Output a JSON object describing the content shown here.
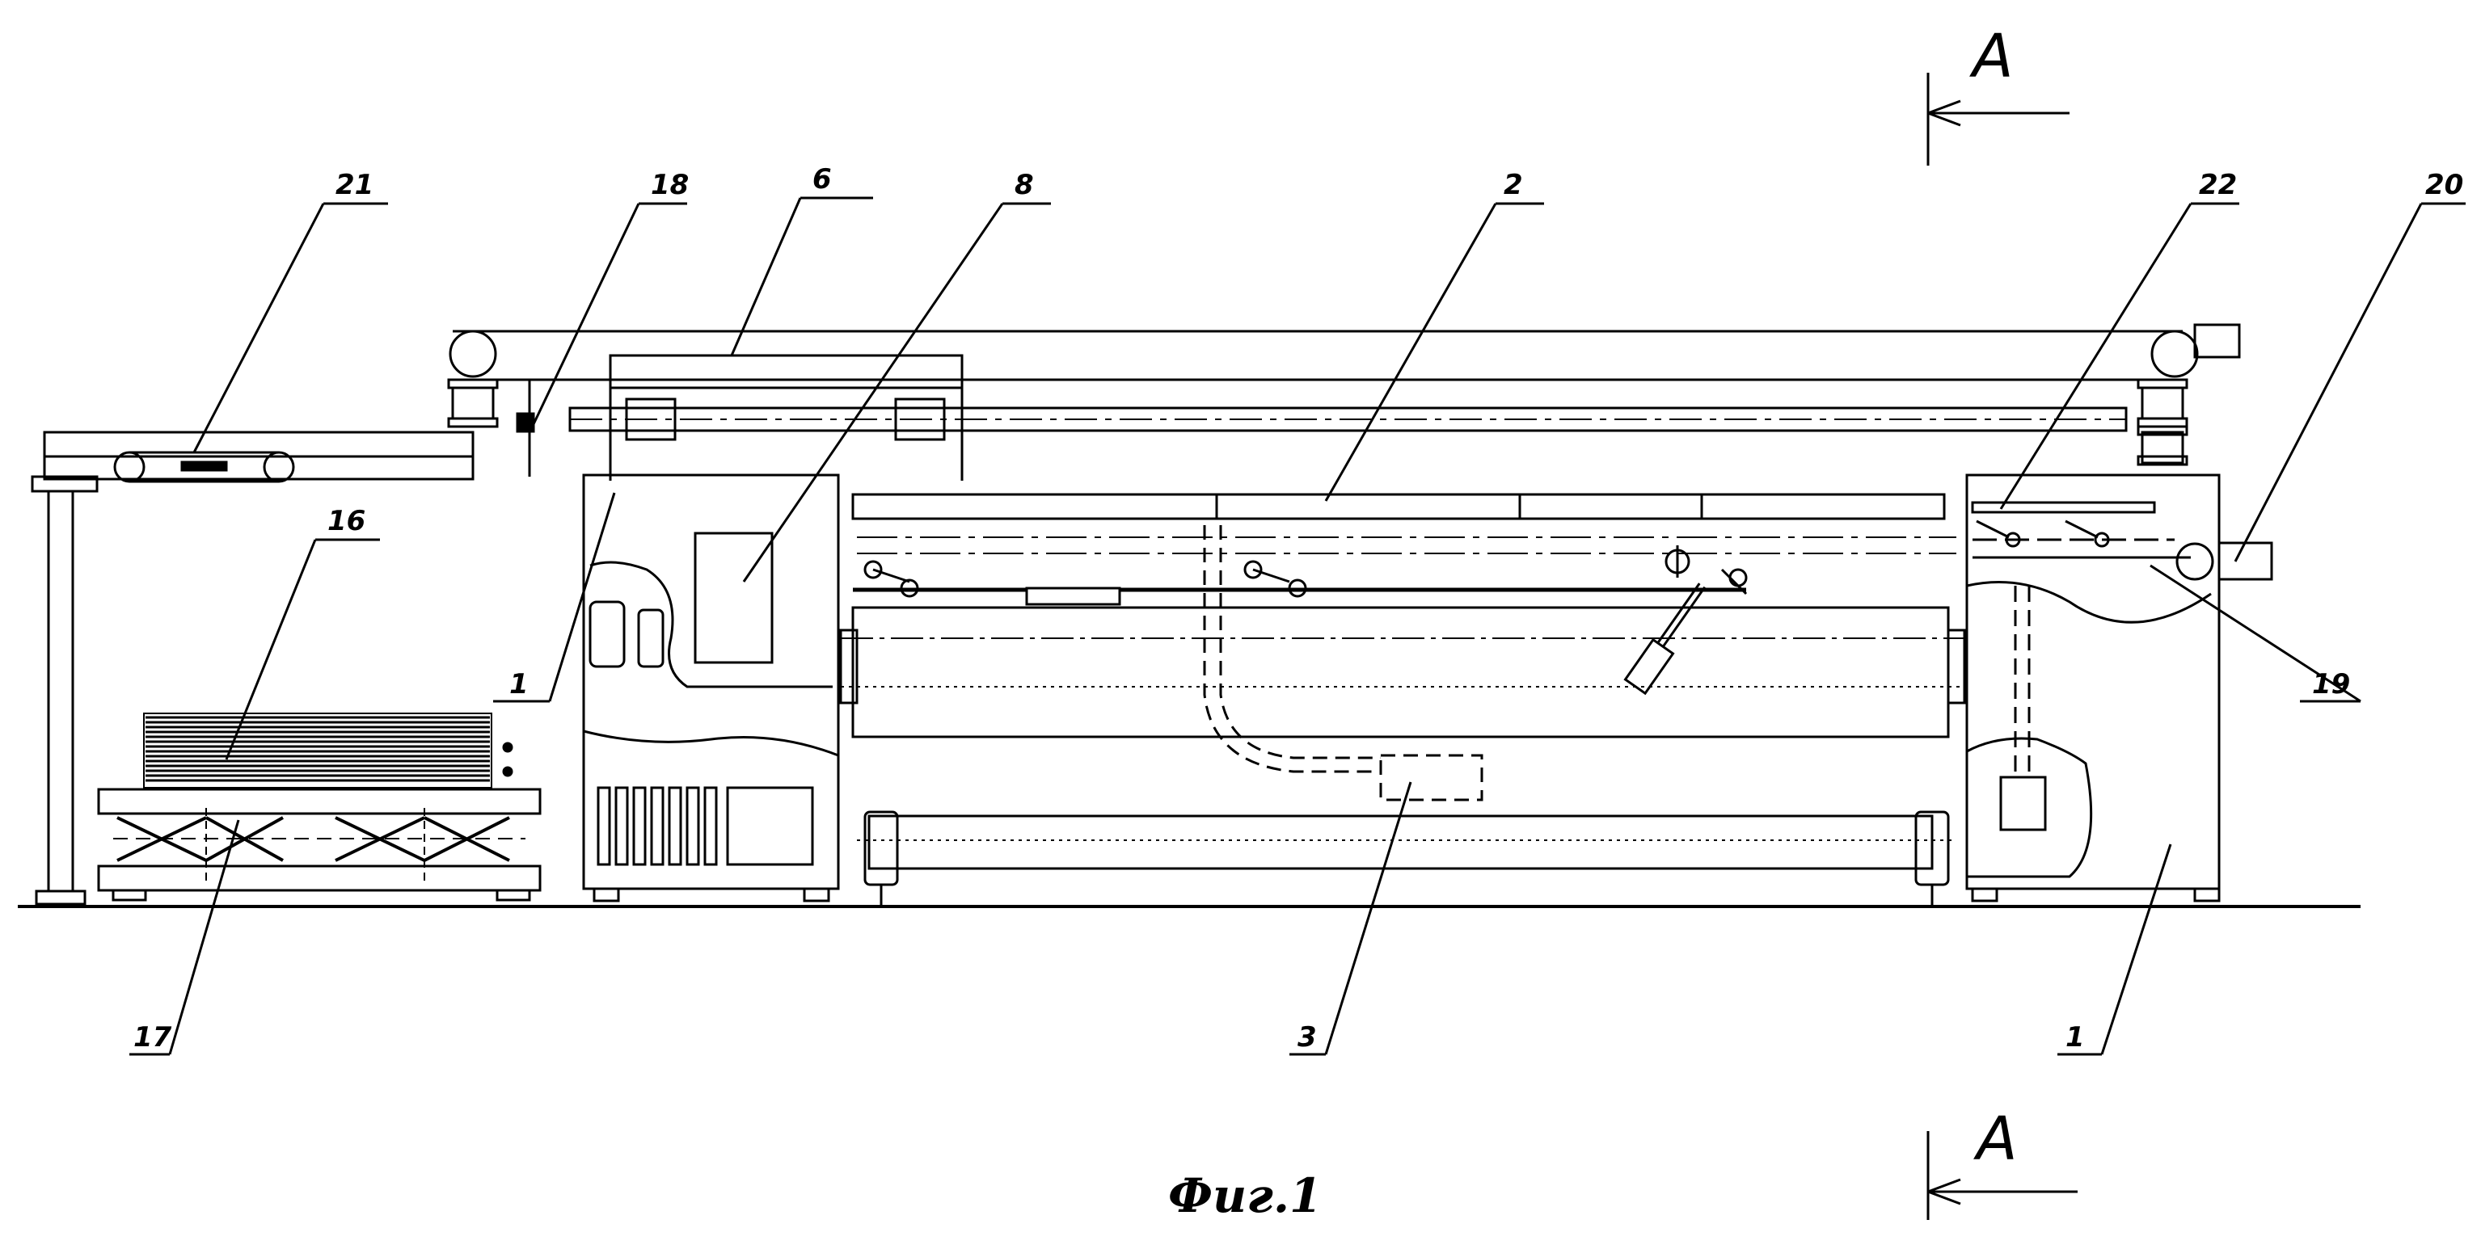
{
  "figure": {
    "caption": "Фиг.1",
    "section_mark": "A",
    "labels": {
      "l21": "21",
      "l18": "18",
      "l6": "6",
      "l8": "8",
      "l2": "2",
      "l22": "22",
      "l20": "20",
      "l16": "16",
      "l1_left": "1",
      "l19": "19",
      "l17": "17",
      "l3": "3",
      "l1_right": "1"
    }
  }
}
